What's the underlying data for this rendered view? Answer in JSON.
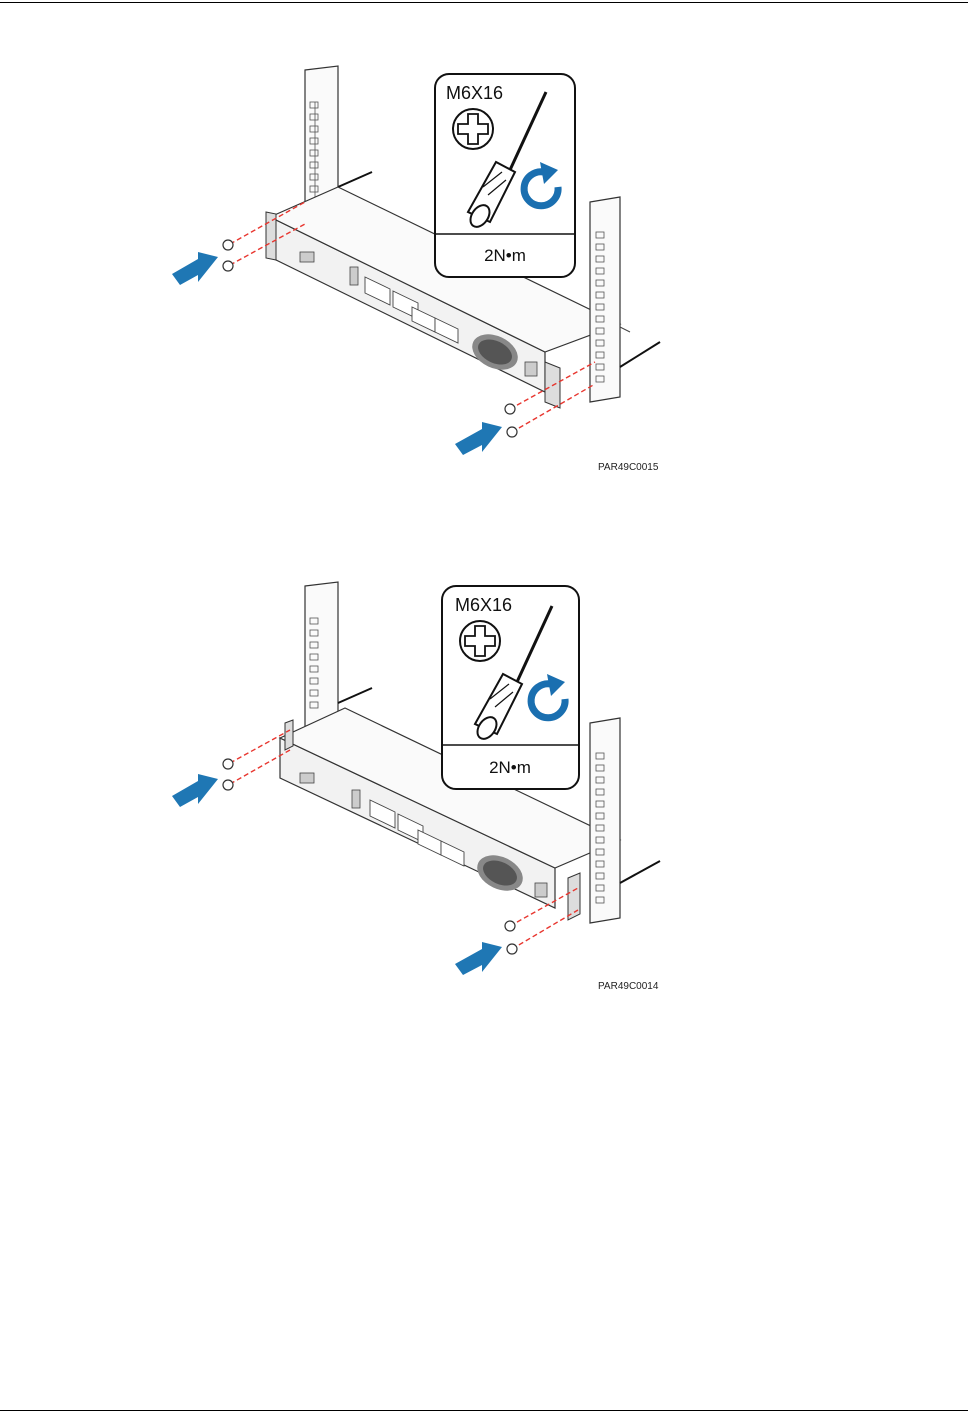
{
  "figures": [
    {
      "screw_spec": "M6X16",
      "torque": "2N•m",
      "figure_id": "PAR49C0015"
    },
    {
      "screw_spec": "M6X16",
      "torque": "2N•m",
      "figure_id": "PAR49C0014"
    }
  ],
  "colors": {
    "arrow": "#1f77b4",
    "rotate_arrow": "#1a6fb0",
    "dash_line": "#e8362f",
    "device_body": "#f2f2f2",
    "outline": "#333333"
  },
  "icons": {
    "screw_head": "phillips-screw-icon",
    "tool": "screwdriver-icon",
    "rotation": "clockwise-arrow-icon",
    "push": "push-arrow-icon"
  }
}
